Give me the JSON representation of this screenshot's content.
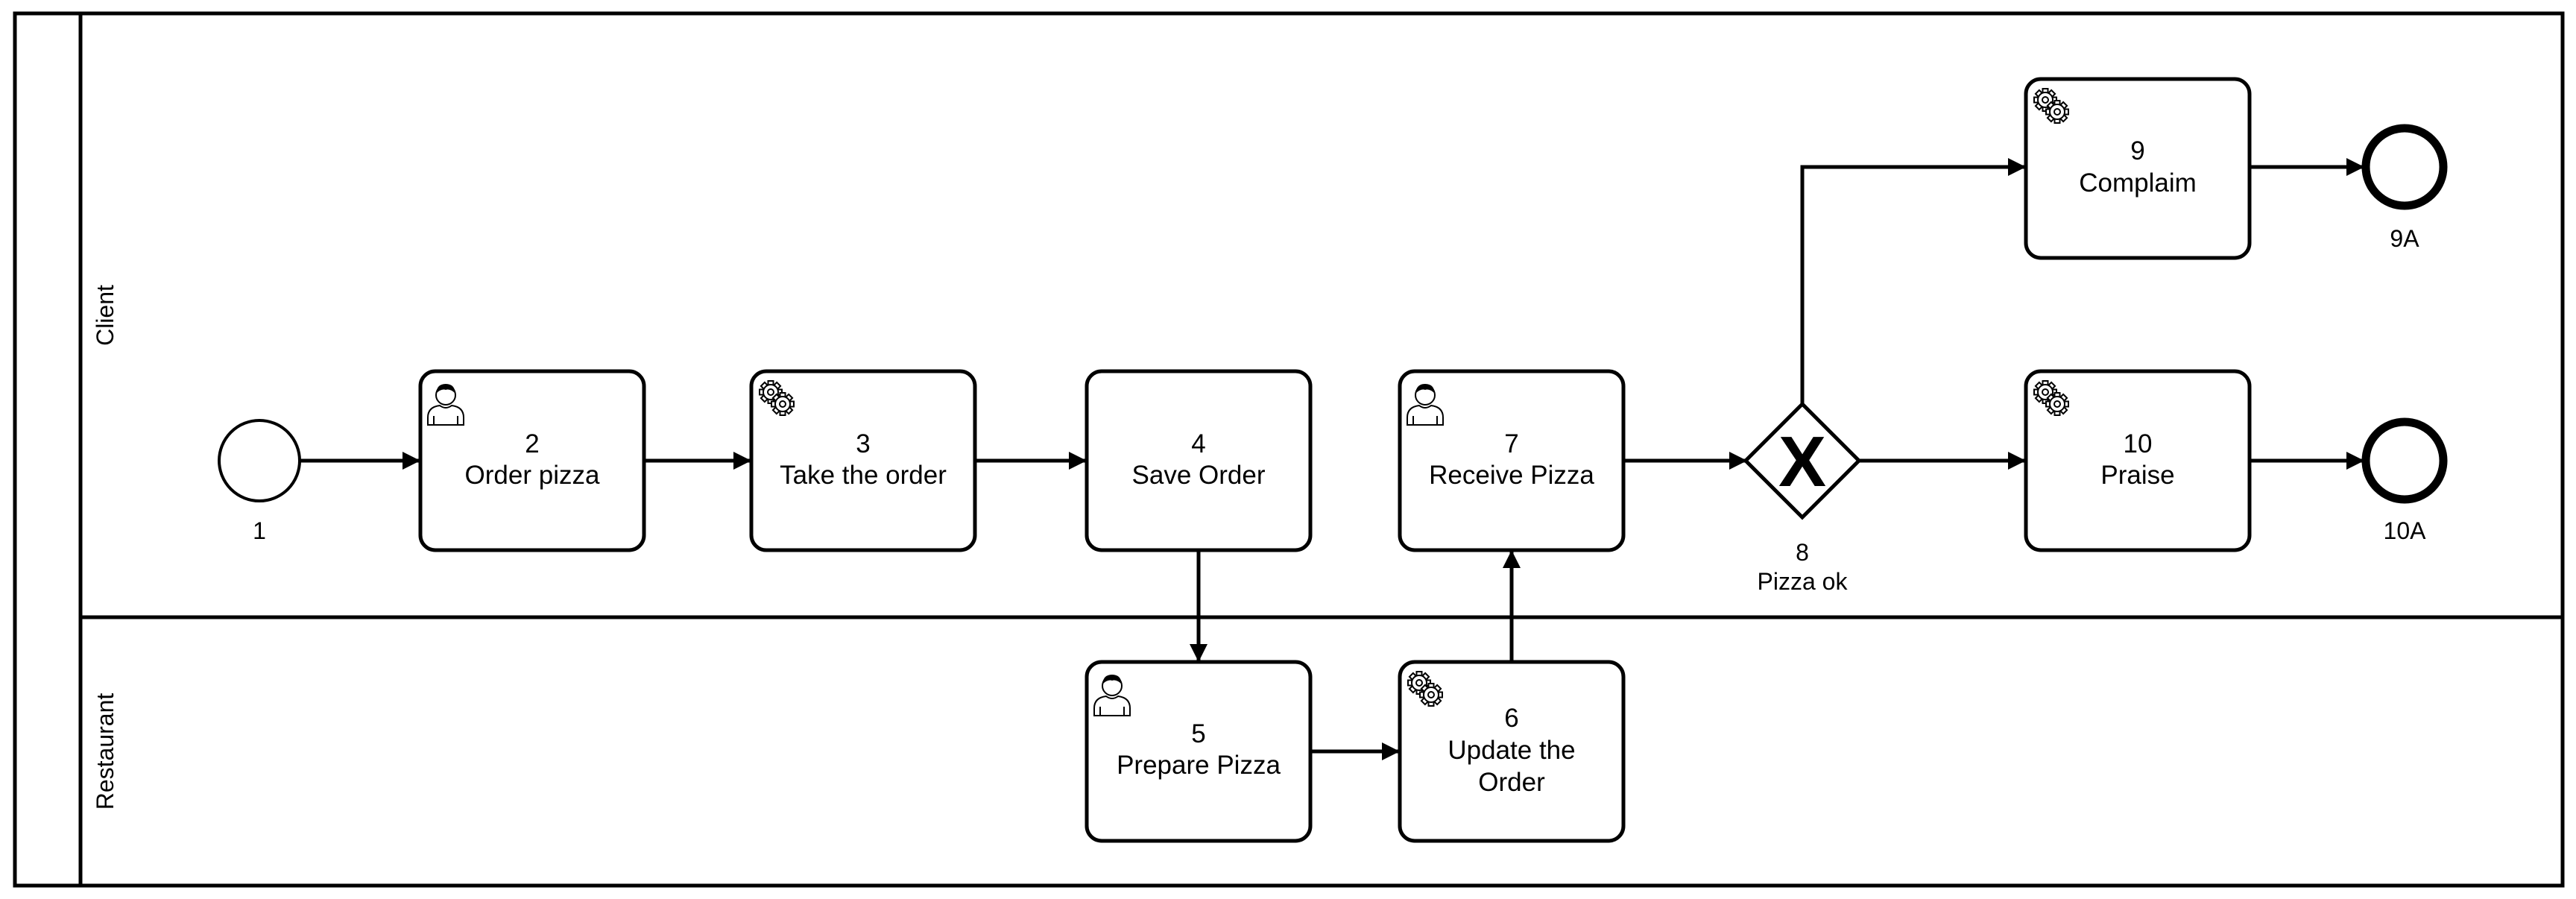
{
  "lanes": {
    "client": "Client",
    "restaurant": "Restaurant"
  },
  "events": {
    "e1": "1",
    "e9a": "9A",
    "e10a": "10A"
  },
  "tasks": {
    "t2": {
      "number": "2",
      "name": "Order pizza",
      "icon": "user-icon"
    },
    "t3": {
      "number": "3",
      "name": "Take the order",
      "icon": "gear-icon"
    },
    "t4": {
      "number": "4",
      "name": "Save Order",
      "icon": ""
    },
    "t5": {
      "number": "5",
      "name": "Prepare Pizza",
      "icon": "user-icon"
    },
    "t6": {
      "number": "6",
      "name_line1": "Update the",
      "name_line2": "Order",
      "icon": "gear-icon"
    },
    "t7": {
      "number": "7",
      "name": "Receive Pizza",
      "icon": "user-icon"
    },
    "t9": {
      "number": "9",
      "name": "Complaim",
      "icon": "gear-icon"
    },
    "t10": {
      "number": "10",
      "name": "Praise",
      "icon": "gear-icon"
    }
  },
  "gateway": {
    "number": "8",
    "name": "Pizza ok",
    "symbol": "X"
  },
  "colors": {
    "stroke": "#000000",
    "fill": "#ffffff"
  }
}
